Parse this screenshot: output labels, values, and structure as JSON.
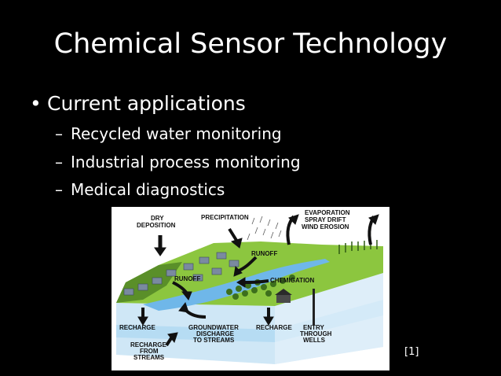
{
  "slide": {
    "title": "Chemical Sensor Technology",
    "bullet": "Current applications",
    "bullet_marker": "•",
    "sub_marker": "–",
    "sub_items": [
      "Recycled water monitoring",
      "Industrial process monitoring",
      "Medical diagnostics"
    ],
    "citation": "[1]"
  },
  "diagram": {
    "labels": {
      "dry_deposition": [
        "DRY",
        "DEPOSITION"
      ],
      "precipitation": "PRECIPITATION",
      "evaporation": [
        "EVAPORATION",
        "SPRAY DRIFT",
        "WIND EROSION"
      ],
      "runoff_top": "RUNOFF",
      "runoff_left": "RUNOFF",
      "chemigation": "CHEMIGATION",
      "recharge_left": "RECHARGE",
      "groundwater": [
        "GROUNDWATER",
        "DISCHARGE",
        "TO STREAMS"
      ],
      "recharge_mid": "RECHARGE",
      "entry": [
        "ENTRY",
        "THROUGH",
        "WELLS"
      ],
      "recharge_streams": [
        "RECHARGE",
        "FROM",
        "STREAMS"
      ]
    },
    "colors": {
      "ground": "#8cc63f",
      "ground_dark": "#5a8f29",
      "water": "#6fb7e9",
      "soil": "#cfe7f6",
      "arrow": "#111111"
    }
  }
}
